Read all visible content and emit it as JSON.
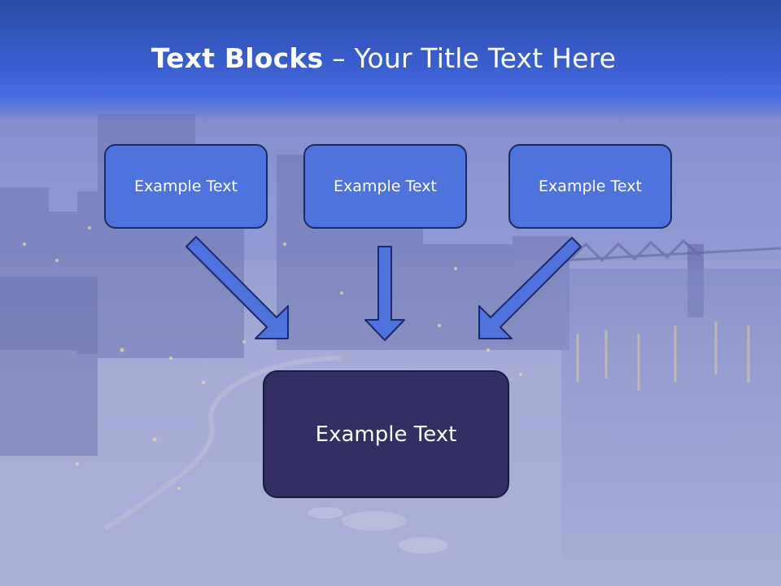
{
  "title": {
    "bold": "Text Blocks",
    "dash": " – ",
    "rest": "Your Title Text Here"
  },
  "blocks": [
    {
      "label": "Example Text"
    },
    {
      "label": "Example Text"
    },
    {
      "label": "Example Text"
    }
  ],
  "main_block": {
    "label": "Example Text"
  },
  "colors": {
    "title_bar": "#3a5fd0",
    "block_fill": "#4f73dc",
    "main_fill": "#332f65",
    "arrow_fill": "#4f73dc",
    "border": "#1b2a66"
  }
}
